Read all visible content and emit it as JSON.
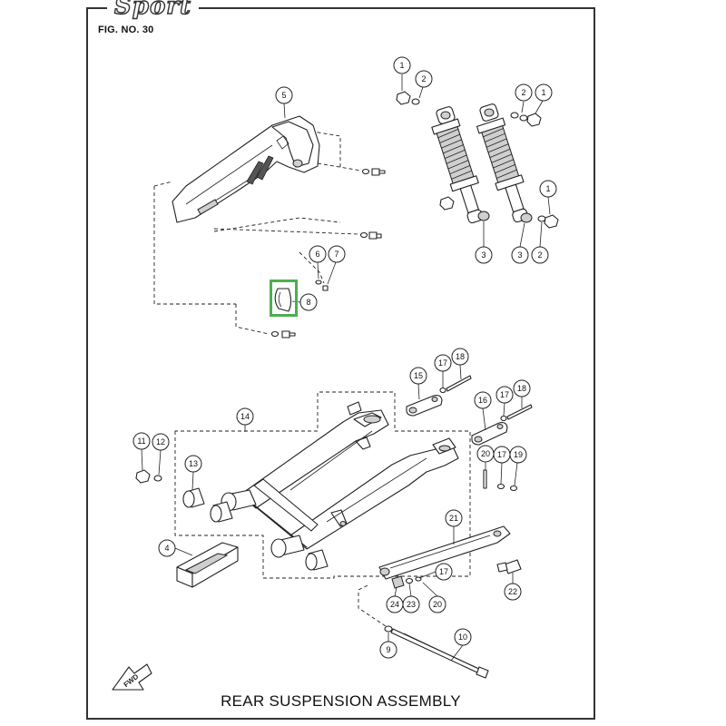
{
  "header": {
    "brand": "Sport",
    "figure_number": "FIG. NO. 30"
  },
  "footer": {
    "title": "REAR SUSPENSION ASSEMBLY",
    "fwd_label": "FWD"
  },
  "selection": {
    "part_callout": "8",
    "highlight_color": "#4caf50"
  },
  "callouts": {
    "c1a": "1",
    "c2a": "2",
    "c2b": "2",
    "c1b": "1",
    "c5": "5",
    "c1c": "1",
    "c3a": "3",
    "c3b": "3",
    "c2c": "2",
    "c6": "6",
    "c7": "7",
    "c8": "8",
    "c15": "15",
    "c17a": "17",
    "c18a": "18",
    "c16": "16",
    "c17b": "17",
    "c18b": "18",
    "c14": "14",
    "c11": "11",
    "c12": "12",
    "c13": "13",
    "c20a": "20",
    "c17c": "17",
    "c19": "19",
    "c4": "4",
    "c21": "21",
    "c17d": "17",
    "c22": "22",
    "c24": "24",
    "c23": "23",
    "c20b": "20",
    "c9": "9",
    "c10": "10"
  }
}
